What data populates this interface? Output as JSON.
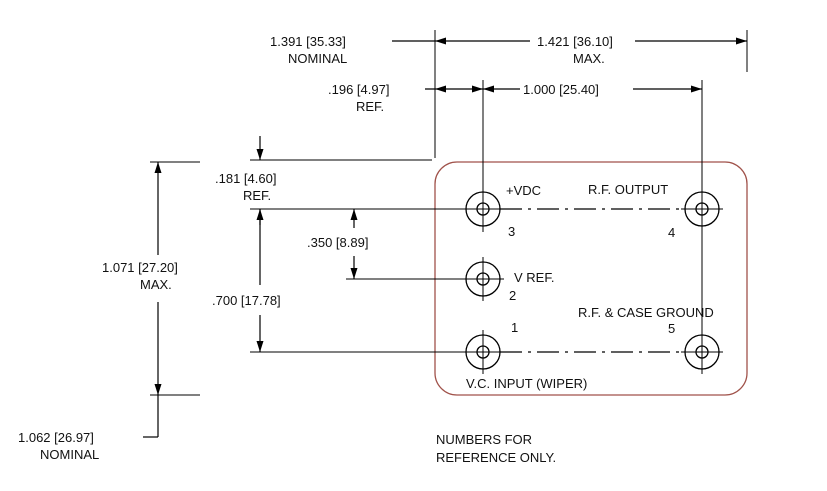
{
  "colors": {
    "outline": "#a0524a",
    "ink": "#000000",
    "background": "#ffffff"
  },
  "dimensions": {
    "overall_width_nominal": {
      "value": "1.391 [35.33]",
      "label": "NOMINAL"
    },
    "overall_width_max": {
      "value": "1.421 [36.10]",
      "label": "MAX."
    },
    "pin_offset_ref": {
      "value": ".196 [4.97]",
      "label": "REF."
    },
    "pin_spacing_x": {
      "value": "1.000 [25.40]"
    },
    "top_offset_ref": {
      "value": ".181 [4.60]",
      "label": "REF."
    },
    "pin_spacing_small": {
      "value": ".350 [8.89]"
    },
    "pin_spacing_y": {
      "value": ".700 [17.78]"
    },
    "overall_height_max": {
      "value": "1.071 [27.20]",
      "label": "MAX."
    },
    "overall_height_nominal": {
      "value": "1.062 [26.97]",
      "label": "NOMINAL"
    }
  },
  "pins": [
    {
      "number": "1",
      "name": "V.C. INPUT (WIPER)"
    },
    {
      "number": "2",
      "name": "V REF."
    },
    {
      "number": "3",
      "name": "+VDC"
    },
    {
      "number": "4",
      "name": "R.F. OUTPUT"
    },
    {
      "number": "5",
      "name": "R.F. & CASE GROUND"
    }
  ],
  "note": {
    "line1": "NUMBERS FOR",
    "line2": "REFERENCE ONLY."
  }
}
